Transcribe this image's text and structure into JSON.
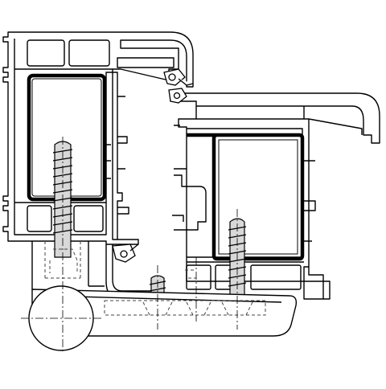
{
  "colors": {
    "background": "#ffffff",
    "line": "#000000",
    "steel": "#000000",
    "fill_light": "#ffffff",
    "hinge_fill": "#e8e8e8",
    "screw_fill": "#d8d8d8",
    "hidden_line": "#444444"
  },
  "parts": {
    "frame_profile": "window-frame-profile",
    "sash_profile": "window-sash-profile",
    "frame_reinforcement": "frame-steel-reinforcement",
    "sash_reinforcement": "sash-steel-reinforcement",
    "gaskets": "rubber-seal-gasket",
    "hinge": "hinge-pin-cylinder",
    "hinge_plate": "hinge-mounting-plate",
    "screws": "fixing-screw"
  }
}
